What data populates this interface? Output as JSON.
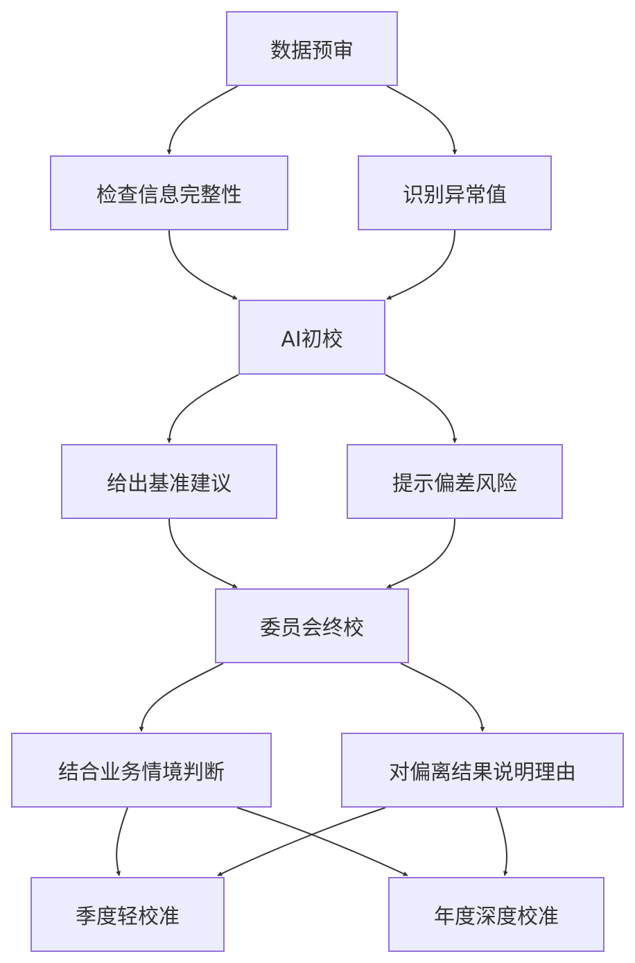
{
  "nodes": {
    "data_review": "数据预审",
    "check_completeness": "检查信息完整性",
    "identify_anomalies": "识别异常值",
    "ai_initial": "AI初校",
    "baseline_advice": "给出基准建议",
    "deviation_risk": "提示偏差风险",
    "committee_final": "委员会终校",
    "business_context": "结合业务情境判断",
    "explain_deviation": "对偏离结果说明理由",
    "quarterly_light": "季度轻校准",
    "annual_deep": "年度深度校准"
  },
  "edges": [
    [
      "data_review",
      "check_completeness"
    ],
    [
      "data_review",
      "identify_anomalies"
    ],
    [
      "check_completeness",
      "ai_initial"
    ],
    [
      "identify_anomalies",
      "ai_initial"
    ],
    [
      "ai_initial",
      "baseline_advice"
    ],
    [
      "ai_initial",
      "deviation_risk"
    ],
    [
      "baseline_advice",
      "committee_final"
    ],
    [
      "deviation_risk",
      "committee_final"
    ],
    [
      "committee_final",
      "business_context"
    ],
    [
      "committee_final",
      "explain_deviation"
    ],
    [
      "business_context",
      "quarterly_light"
    ],
    [
      "business_context",
      "annual_deep"
    ],
    [
      "explain_deviation",
      "quarterly_light"
    ],
    [
      "explain_deviation",
      "annual_deep"
    ]
  ],
  "colors": {
    "node_fill": "#ECECFF",
    "node_border": "#9370DB",
    "edge": "#333333",
    "text": "#333333"
  }
}
